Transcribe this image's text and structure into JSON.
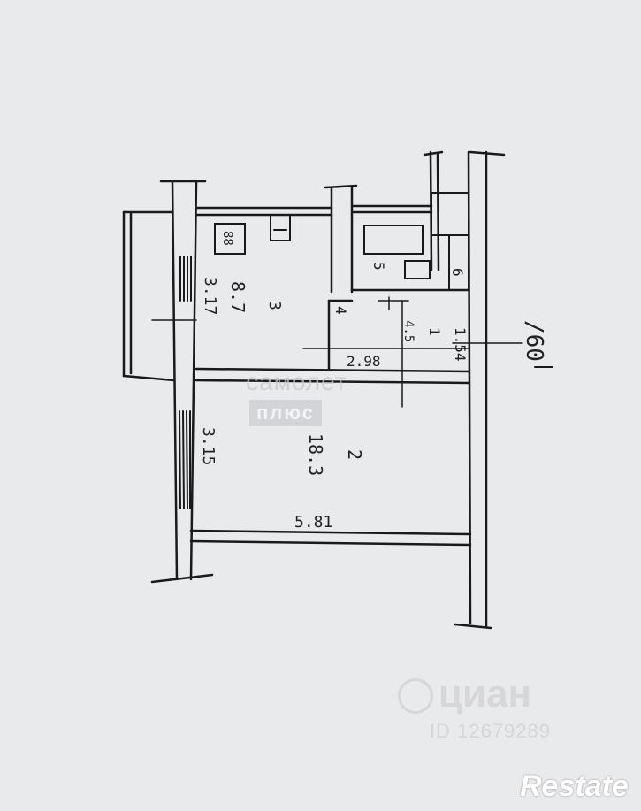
{
  "rooms": [
    {
      "number": "1",
      "area": "4.5"
    },
    {
      "number": "2",
      "area": "18.3"
    },
    {
      "number": "3",
      "area": "8.7"
    },
    {
      "number": "4",
      "area": ""
    },
    {
      "number": "5",
      "area": ""
    },
    {
      "number": "6",
      "area": ""
    }
  ],
  "dimensions": {
    "d1": "3.17",
    "d2": "2.98",
    "d3": "1.54",
    "d4": "3.15",
    "d5": "5.81"
  },
  "stove_label": "88",
  "corner_mark": "/60",
  "watermarks": {
    "samolet": "самолет",
    "plus": "плюс",
    "cian": "циан",
    "cian_id": "ID 12679289",
    "restate": "Restate"
  },
  "colors": {
    "background": "#e9eaec",
    "line": "#1a1a1a"
  }
}
